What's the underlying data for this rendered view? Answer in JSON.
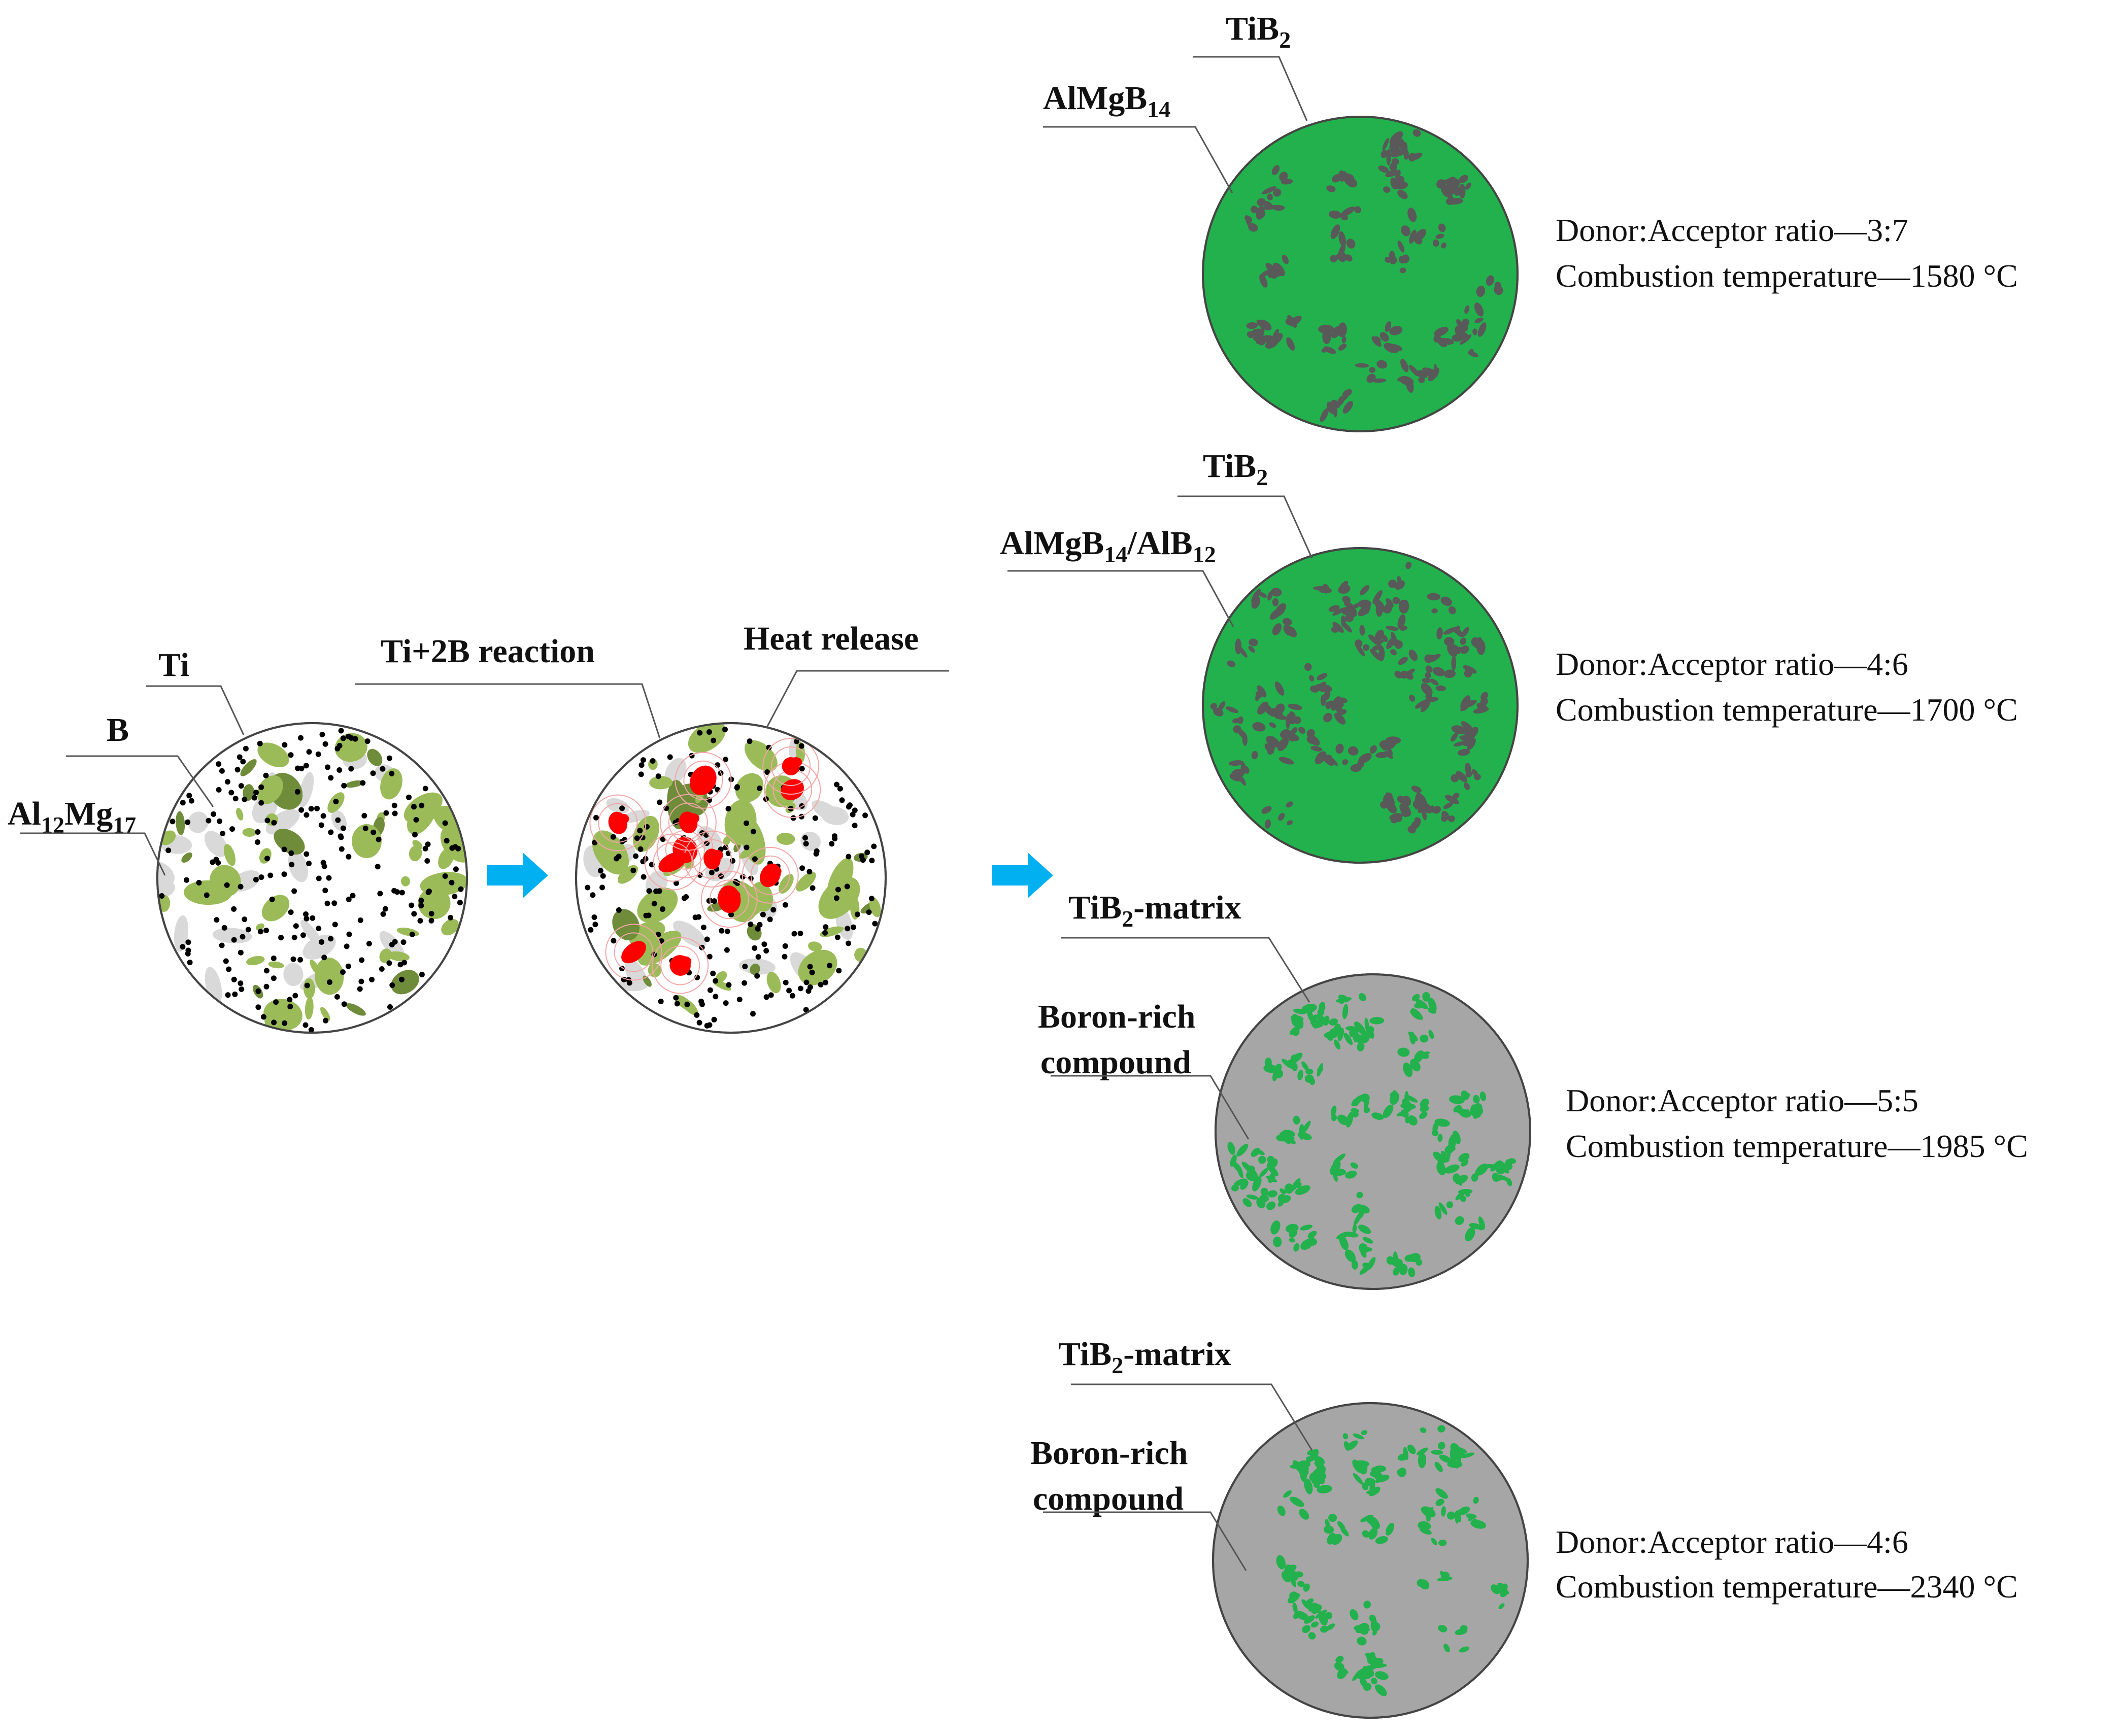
{
  "colors": {
    "green": "#22b14c",
    "light_green": "#9bbb59",
    "dark_green": "#6f8c3a",
    "grey_particle": "#d9d9d9",
    "grey_matrix": "#a6a6a6",
    "dark_grey": "#595959",
    "red": "#ff0000",
    "arrow": "#00b0f0",
    "dot": "#000000"
  },
  "stage1": {
    "label_ti": "Ti",
    "label_b": "B",
    "label_al_main": "Al",
    "label_al_sub1": "12",
    "label_al_mg": "Mg",
    "label_al_sub2": "17"
  },
  "stage2": {
    "label_reaction": "Ti+2B reaction",
    "label_heat": "Heat release"
  },
  "products": [
    {
      "label_tib2_main": "TiB",
      "label_tib2_sub": "2",
      "label_phase_main": "AlMgB",
      "label_phase_sub": "14",
      "ratio": "Donor:Acceptor ratio—3:7",
      "temperature": "Combustion temperature—1580  °C"
    },
    {
      "label_tib2_main": "TiB",
      "label_tib2_sub": "2",
      "label_phase_main": "AlMgB",
      "label_phase_sub": "14",
      "label_phase_main2": "/AlB",
      "label_phase_sub2": "12",
      "ratio": "Donor:Acceptor ratio—4:6",
      "temperature": "Combustion temperature—1700  °C"
    },
    {
      "label_matrix_main": "TiB",
      "label_matrix_sub": "2",
      "label_matrix_suffix": "-matrix",
      "label_boron_line1": "Boron-rich",
      "label_boron_line2": "compound",
      "ratio": "Donor:Acceptor ratio—5:5",
      "temperature": "Combustion temperature—1985  °C"
    },
    {
      "label_matrix_main": "TiB",
      "label_matrix_sub": "2",
      "label_matrix_suffix": "-matrix",
      "label_boron_line1": "Boron-rich",
      "label_boron_line2": "compound",
      "ratio": "Donor:Acceptor ratio—4:6",
      "temperature": "Combustion temperature—2340  °C"
    }
  ]
}
